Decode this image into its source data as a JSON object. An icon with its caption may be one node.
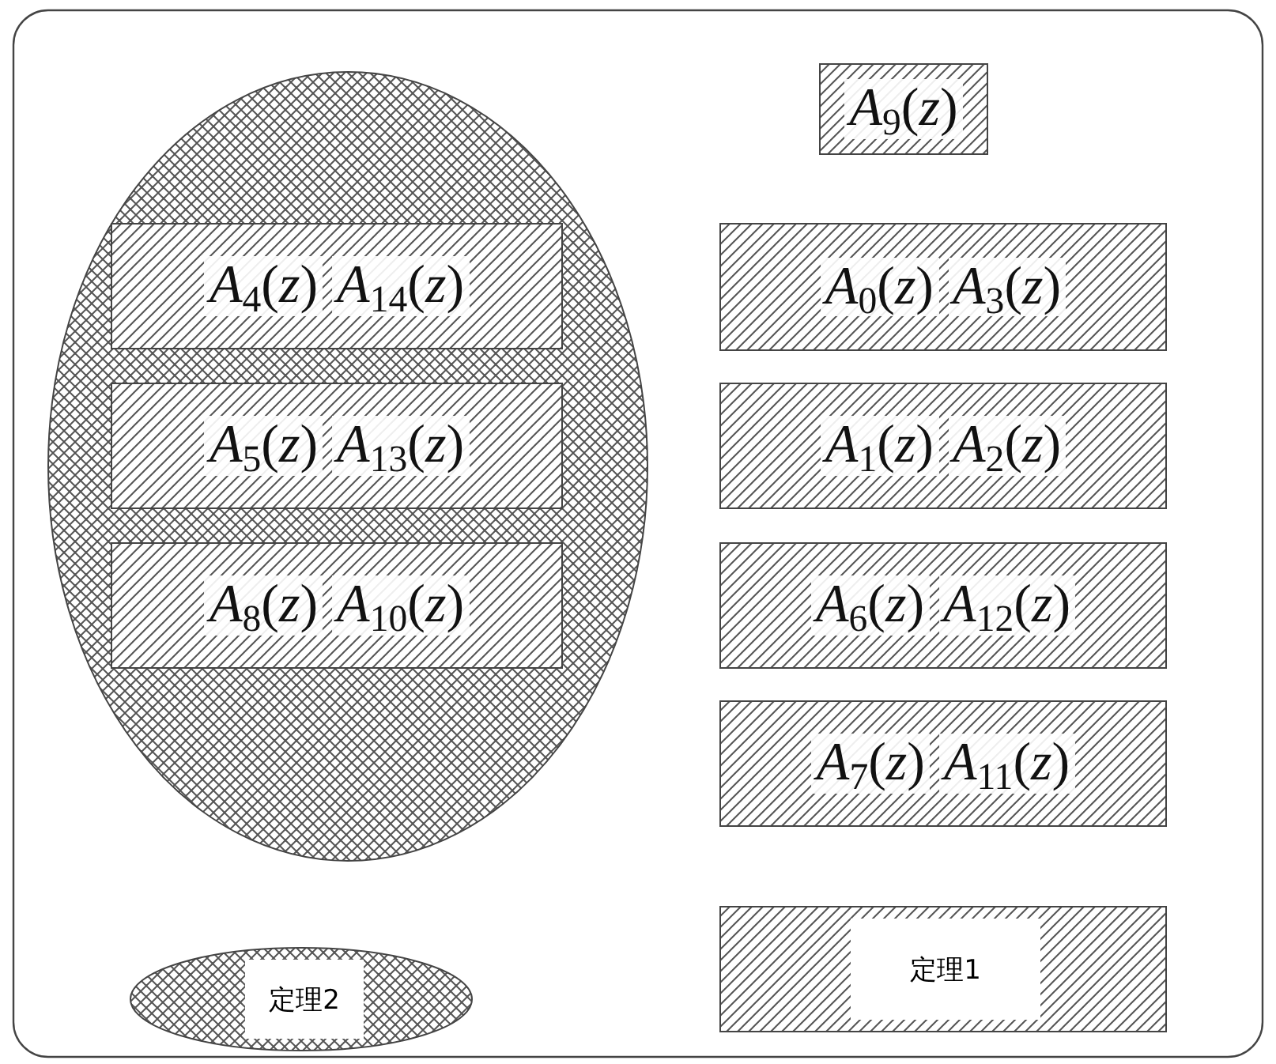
{
  "diagram": {
    "nodes": [
      {
        "text": [],
        "shape": "ellipse"
      },
      {
        "text": [
          "*A*$_{4}$(*z*)",
          "*A*$_{14}$(*z*)"
        ],
        "in": 0
      },
      {
        "text": [
          "*A*$_{5}$(*z*)",
          "*A*$_{13}$(*z*)"
        ],
        "in": 0
      },
      {
        "text": [
          "*A*$_{8}$(*z*)",
          "*A*$_{10}$(*z*)"
        ],
        "in": 0
      },
      {
        "text": [
          "*A*$_{9}$(*z*)"
        ]
      },
      {
        "text": [
          "*A*$_{0}$(*z*)",
          "*A*$_{3}$(*z*)"
        ]
      },
      {
        "text": [
          "*A*$_{1}$(*z*)",
          "*A*$_{2}$(*z*)"
        ]
      },
      {
        "text": [
          "*A*$_{6}$(*z*)",
          "*A*$_{12}$(*z*)"
        ]
      },
      {
        "text": [
          "*A*$_{7}$(*z*)",
          "*A*$_{11}$(*z*)"
        ]
      }
    ],
    "legend": [
      {
        "text": "定理2"
      },
      {
        "text": "定理1"
      }
    ]
  }
}
